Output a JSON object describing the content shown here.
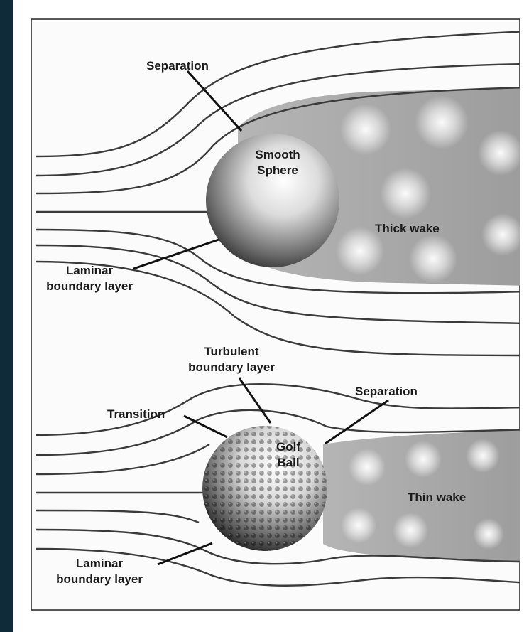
{
  "labels": {
    "separation_top": "Separation",
    "smooth": "Smooth",
    "sphere": "Sphere",
    "thick_wake": "Thick wake",
    "laminar_top_1": "Laminar",
    "laminar_top_2": "boundary layer",
    "turbulent_1": "Turbulent",
    "turbulent_2": "boundary layer",
    "separation_bottom": "Separation",
    "transition": "Transition",
    "golf": "Golf",
    "ball": "Ball",
    "thin_wake": "Thin wake",
    "laminar_bottom_1": "Laminar",
    "laminar_bottom_2": "boundary layer"
  },
  "colors": {
    "background": "#0f2a38",
    "panel": "#fbfbfb",
    "wake": "#9a9a9a",
    "line": "#3a3a3a"
  }
}
